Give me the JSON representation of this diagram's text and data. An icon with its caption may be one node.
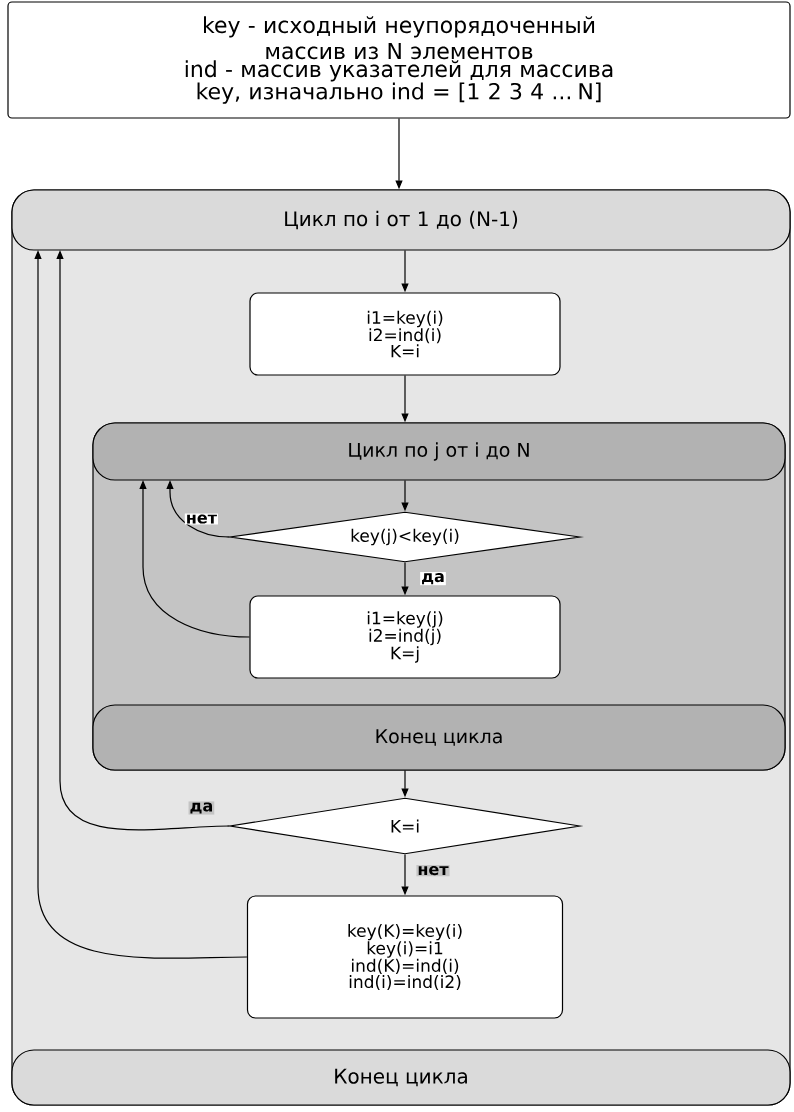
{
  "diagram": {
    "nodes": [
      {
        "text": [
          "key - исходный неупорядоченный массив из N элементов",
          "ind - массив указателей для массива key, изначально ind = [1 2 3 4 ... N]"
        ]
      },
      {
        "text": [],
        "shape": "box"
      },
      {
        "text": [
          "Цикл по i от 1 до (N-1)"
        ],
        "in": 1
      },
      {
        "text": [
          "i1=key(i) i2=ind(i) K=i"
        ],
        "in": 1
      },
      {
        "text": [],
        "shape": "box",
        "in": 1
      },
      {
        "text": [
          "Цикл по j от i до N"
        ],
        "in": 4
      },
      {
        "text": [
          "key(j)<key(i)"
        ],
        "in": 4
      },
      {
        "text": [
          "i1=key(j) i2=ind(j) K=j"
        ],
        "in": 4
      },
      {
        "text": [
          "Конец цикла"
        ],
        "in": 4
      },
      {
        "text": [
          "K=i"
        ],
        "in": 1
      },
      {
        "text": [
          "key(K)=key(i) key(i)=i1 ind(K)=ind(i) ind(i)=ind(i2)"
        ],
        "in": 1
      },
      {
        "text": [
          "Конец цикла"
        ],
        "in": 1
      }
    ],
    "edges": [
      {
        "from": 0,
        "to": 2,
        "arrow": "to"
      },
      {
        "from": 2,
        "to": 3,
        "arrow": "to"
      },
      {
        "from": 3,
        "to": 5,
        "arrow": "to"
      },
      {
        "from": 5,
        "to": 6,
        "arrow": "to"
      },
      {
        "from": 6,
        "to": 5,
        "arrow": "to",
        "label": "нет"
      },
      {
        "from": 6,
        "to": 7,
        "arrow": "to",
        "label": "да"
      },
      {
        "from": 7,
        "to": 5,
        "arrow": "to"
      },
      {
        "from": 8,
        "to": 9,
        "arrow": "to"
      },
      {
        "from": 9,
        "to": 2,
        "arrow": "to",
        "label": "да"
      },
      {
        "from": 9,
        "to": 10,
        "arrow": "to",
        "label": "нет"
      },
      {
        "from": 10,
        "to": 2,
        "arrow": "to"
      }
    ]
  }
}
